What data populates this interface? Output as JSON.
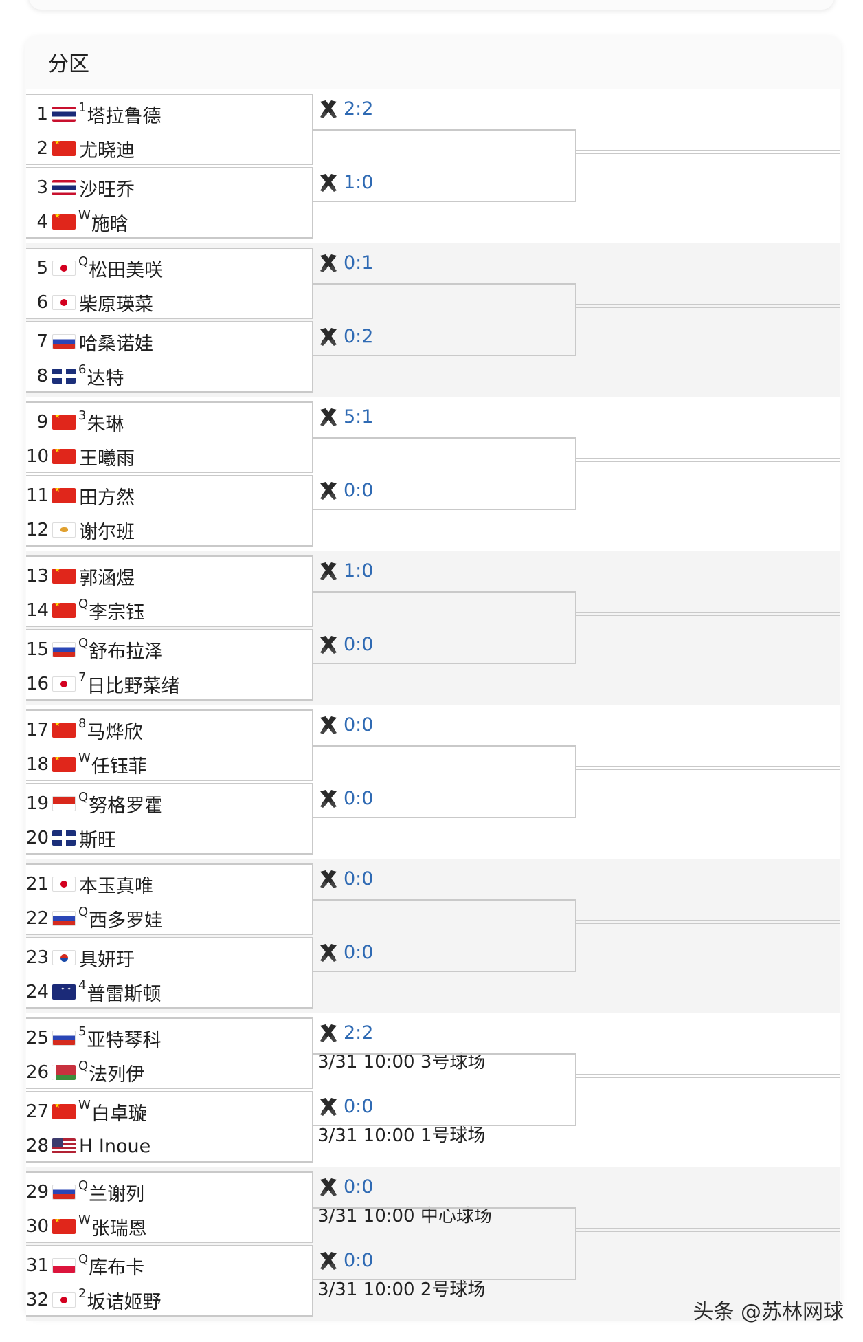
{
  "section_title": "分区",
  "watermark": "头条 @苏林网球",
  "colors": {
    "score": "#2f6ab3",
    "line": "#c9c9c9"
  },
  "matches_icon": "crossed-rackets-icon",
  "groups": [
    {
      "players": [
        {
          "num": "1",
          "flag": "th",
          "seed": "1",
          "name": "塔拉鲁德"
        },
        {
          "num": "2",
          "flag": "cn",
          "seed": "",
          "name": "尤晓迪"
        },
        {
          "num": "3",
          "flag": "th",
          "seed": "",
          "name": "沙旺乔"
        },
        {
          "num": "4",
          "flag": "cn",
          "seed": "W",
          "name": "施晗"
        }
      ],
      "matches": [
        {
          "score": "2:2",
          "sched": ""
        },
        {
          "score": "1:0",
          "sched": ""
        }
      ]
    },
    {
      "players": [
        {
          "num": "5",
          "flag": "jp",
          "seed": "Q",
          "name": "松田美咲"
        },
        {
          "num": "6",
          "flag": "jp",
          "seed": "",
          "name": "柴原瑛菜"
        },
        {
          "num": "7",
          "flag": "ru",
          "seed": "",
          "name": "哈桑诺娃"
        },
        {
          "num": "8",
          "flag": "gb",
          "seed": "6",
          "name": "达特"
        }
      ],
      "matches": [
        {
          "score": "0:1",
          "sched": ""
        },
        {
          "score": "0:2",
          "sched": ""
        }
      ]
    },
    {
      "players": [
        {
          "num": "9",
          "flag": "cn",
          "seed": "3",
          "name": "朱琳"
        },
        {
          "num": "10",
          "flag": "cn",
          "seed": "",
          "name": "王曦雨"
        },
        {
          "num": "11",
          "flag": "cn",
          "seed": "",
          "name": "田方然"
        },
        {
          "num": "12",
          "flag": "cy",
          "seed": "",
          "name": "谢尔班"
        }
      ],
      "matches": [
        {
          "score": "5:1",
          "sched": ""
        },
        {
          "score": "0:0",
          "sched": ""
        }
      ]
    },
    {
      "players": [
        {
          "num": "13",
          "flag": "cn",
          "seed": "",
          "name": "郭涵煜"
        },
        {
          "num": "14",
          "flag": "cn",
          "seed": "Q",
          "name": "李宗钰"
        },
        {
          "num": "15",
          "flag": "ru",
          "seed": "Q",
          "name": "舒布拉泽"
        },
        {
          "num": "16",
          "flag": "jp",
          "seed": "7",
          "name": "日比野菜绪"
        }
      ],
      "matches": [
        {
          "score": "1:0",
          "sched": ""
        },
        {
          "score": "0:0",
          "sched": ""
        }
      ]
    },
    {
      "players": [
        {
          "num": "17",
          "flag": "cn",
          "seed": "8",
          "name": "马烨欣"
        },
        {
          "num": "18",
          "flag": "cn",
          "seed": "W",
          "name": "任钰菲"
        },
        {
          "num": "19",
          "flag": "id",
          "seed": "Q",
          "name": "努格罗霍"
        },
        {
          "num": "20",
          "flag": "gb",
          "seed": "",
          "name": "斯旺"
        }
      ],
      "matches": [
        {
          "score": "0:0",
          "sched": ""
        },
        {
          "score": "0:0",
          "sched": ""
        }
      ]
    },
    {
      "players": [
        {
          "num": "21",
          "flag": "jp",
          "seed": "",
          "name": "本玉真唯"
        },
        {
          "num": "22",
          "flag": "ru",
          "seed": "Q",
          "name": "西多罗娃"
        },
        {
          "num": "23",
          "flag": "kr",
          "seed": "",
          "name": "具妍玗"
        },
        {
          "num": "24",
          "flag": "au",
          "seed": "4",
          "name": "普雷斯顿"
        }
      ],
      "matches": [
        {
          "score": "0:0",
          "sched": ""
        },
        {
          "score": "0:0",
          "sched": ""
        }
      ]
    },
    {
      "players": [
        {
          "num": "25",
          "flag": "ru",
          "seed": "5",
          "name": "亚特琴科"
        },
        {
          "num": "26",
          "flag": "by",
          "seed": "Q",
          "name": "法列伊"
        },
        {
          "num": "27",
          "flag": "cn",
          "seed": "W",
          "name": "白卓璇"
        },
        {
          "num": "28",
          "flag": "us",
          "seed": "",
          "name": "H Inoue"
        }
      ],
      "matches": [
        {
          "score": "2:2",
          "sched": "3/31 10:00 3号球场"
        },
        {
          "score": "0:0",
          "sched": "3/31 10:00 1号球场"
        }
      ]
    },
    {
      "players": [
        {
          "num": "29",
          "flag": "ru",
          "seed": "Q",
          "name": "兰谢列"
        },
        {
          "num": "30",
          "flag": "cn",
          "seed": "W",
          "name": "张瑞恩"
        },
        {
          "num": "31",
          "flag": "pl",
          "seed": "Q",
          "name": "库布卡"
        },
        {
          "num": "32",
          "flag": "jp",
          "seed": "2",
          "name": "坂诘姬野"
        }
      ],
      "matches": [
        {
          "score": "0:0",
          "sched": "3/31 10:00 中心球场"
        },
        {
          "score": "0:0",
          "sched": "3/31 10:00 2号球场"
        }
      ]
    }
  ]
}
